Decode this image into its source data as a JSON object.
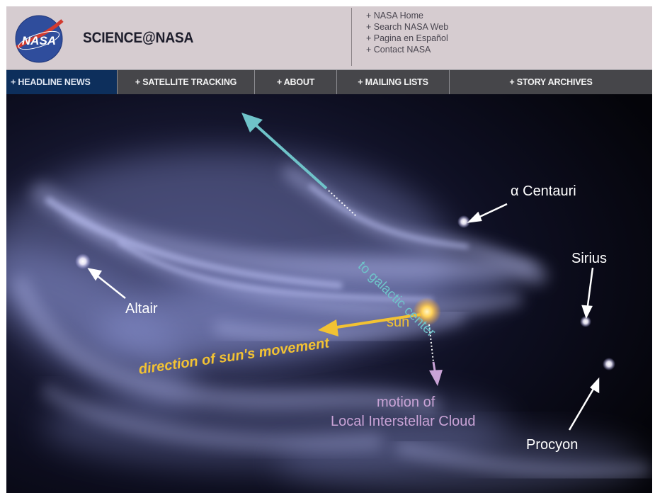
{
  "header": {
    "logo_text": "NASA",
    "site_title": "SCIENCE@NASA",
    "quick_links": [
      "+ NASA Home",
      "+ Search NASA Web",
      "+ Pagina en Español",
      "+ Contact NASA"
    ]
  },
  "nav": {
    "tabs": [
      {
        "label": "+ HEADLINE NEWS",
        "active": true
      },
      {
        "label": "+ SATELLITE TRACKING",
        "active": false
      },
      {
        "label": "+ ABOUT",
        "active": false
      },
      {
        "label": "+ MAILING LISTS",
        "active": false
      },
      {
        "label": "+ STORY ARCHIVES",
        "active": false
      }
    ]
  },
  "illustration": {
    "labels": {
      "alpha_centauri": "α Centauri",
      "sirius": "Sirius",
      "altair": "Altair",
      "procyon": "Procyon",
      "sun": "sun",
      "galactic_center": "to galactic center",
      "sun_direction": "direction of sun's movement",
      "cloud_motion_line1": "motion of",
      "cloud_motion_line2": "Local Interstellar Cloud"
    },
    "colors": {
      "galactic_arrow": "#6fc3c9",
      "sun_arrow": "#f2c233",
      "cloud_arrow": "#c9a3d6",
      "star_arrow": "#ffffff",
      "cloud_glow": "#8e97d8"
    }
  }
}
